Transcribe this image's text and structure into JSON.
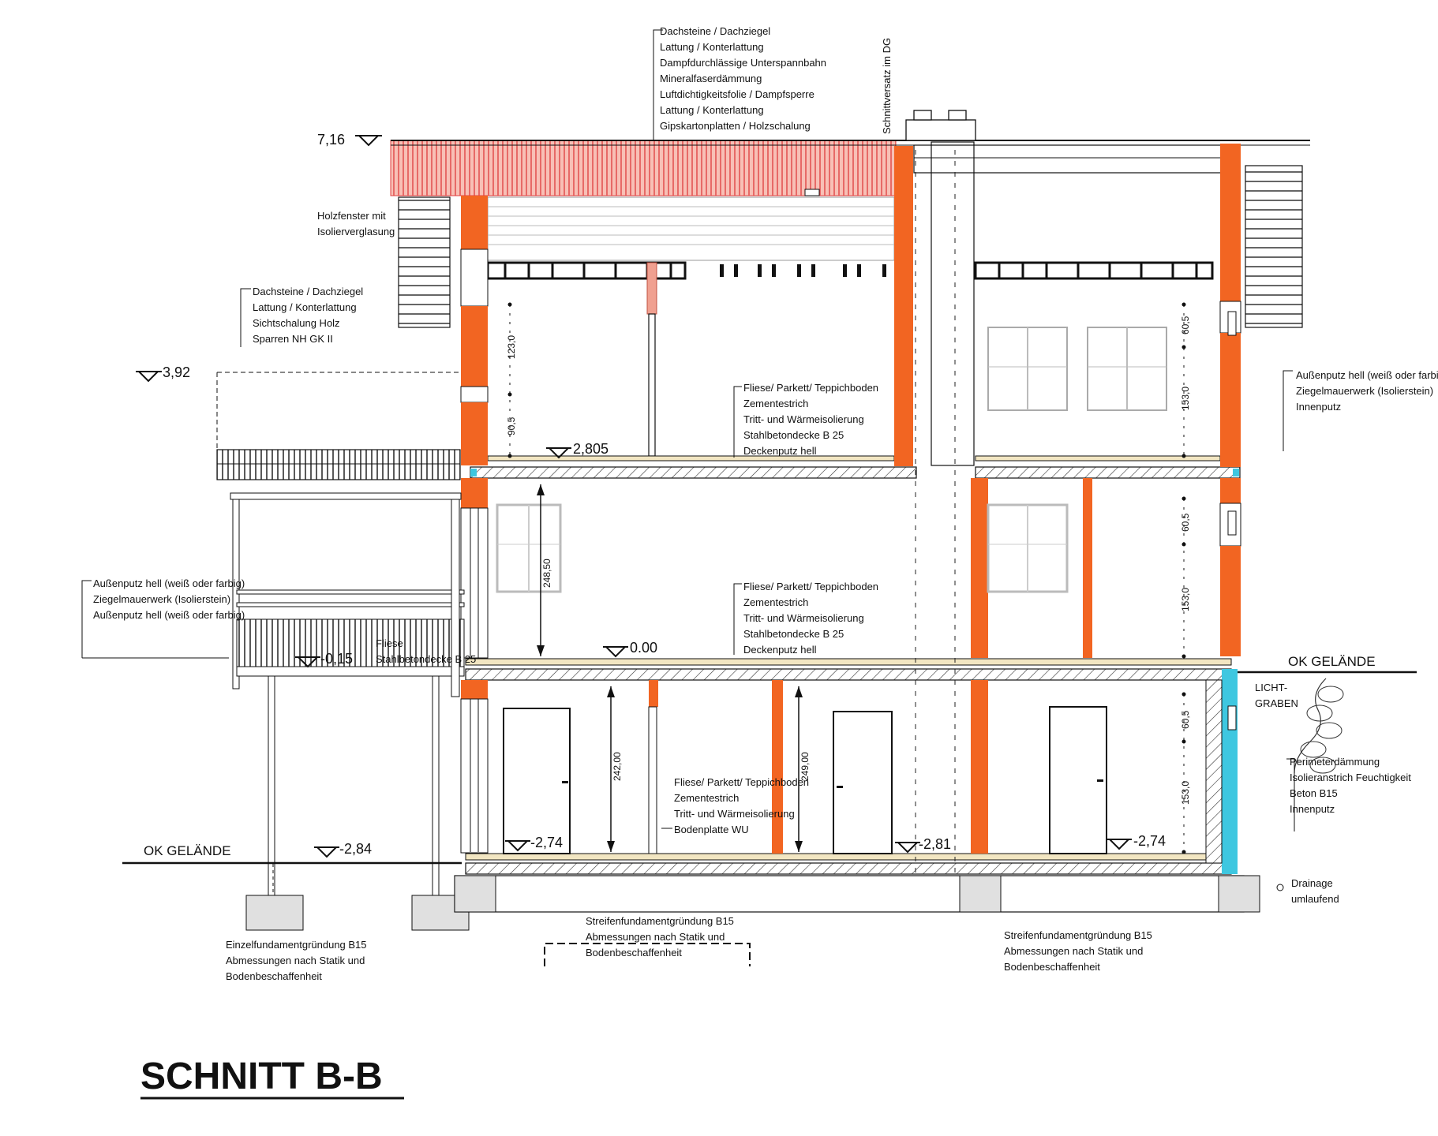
{
  "title": "SCHNITT B-B",
  "colors": {
    "wall": "#f26522",
    "wall_dark": "#e05510",
    "roof_hatch": "#f3aaa0",
    "roof_line": "#e04040",
    "blue": "#3ec7e0",
    "slab_fill": "#f2e6c2",
    "foundation": "#e0e0e0",
    "line": "#111111"
  },
  "levels": {
    "roof_top": "7,16",
    "balcony_roof": "3,92",
    "upper_floor": "2,805",
    "ground_floor": "0.00",
    "terrace": "-0,15",
    "exterior_grade": "-2,84",
    "basement_a": "-2,74",
    "basement_b": "-2,81",
    "basement_c": "-2,74"
  },
  "ground_labels": {
    "left": "OK GELÄNDE",
    "right": "OK GELÄNDE"
  },
  "section_label": "Schnittversatz im DG",
  "notes": {
    "roof": [
      "Dachsteine / Dachziegel",
      "Lattung / Konterlattung",
      "Dampfdurchlässige Unterspannbahn",
      "Mineralfaserdämmung",
      "Luftdichtigkeitsfolie / Dampfsperre",
      "Lattung / Konterlattung",
      "Gipskartonplatten / Holzschalung"
    ],
    "window": [
      "Holzfenster mit",
      "Isolierverglasung"
    ],
    "balcony_roof": [
      "Dachsteine / Dachziegel",
      "Lattung / Konterlattung",
      "Sichtschalung Holz",
      "Sparren NH GK II"
    ],
    "exterior_wall_right": [
      "Außenputz hell (weiß oder farbig)",
      "Ziegelmauerwerk (Isolierstein)",
      "Innenputz"
    ],
    "ceiling_upper": [
      "Fliese/ Parkett/ Teppichboden",
      "Zementestrich",
      "Tritt- und Wärmeisolierung",
      "Stahlbetondecke B 25",
      "Deckenputz hell"
    ],
    "ceiling_ground": [
      "Fliese/ Parkett/ Teppichboden",
      "Zementestrich",
      "Tritt- und Wärmeisolierung",
      "Stahlbetondecke B 25",
      "Deckenputz hell"
    ],
    "exterior_wall_left": [
      "Außenputz hell (weiß oder farbig)",
      "Ziegelmauerwerk (Isolierstein)",
      "Außenputz hell (weiß oder farbig)"
    ],
    "terrace_slab": [
      "Fliese",
      "Stahlbetondecke B 25"
    ],
    "basement_floor": [
      "Fliese/ Parkett/ Teppichboden",
      "Zementestrich",
      "Tritt- und Wärmeisolierung",
      "Bodenplatte WU"
    ],
    "lightwell": [
      "LICHT-",
      "GRABEN"
    ],
    "basement_wall": [
      "Perimeterdämmung",
      "Isolieranstrich Feuchtigkeit",
      "Beton B15",
      "Innenputz"
    ],
    "drainage": [
      "Drainage",
      "umlaufend"
    ],
    "foundation_single": [
      "Einzelfundamentgründung B15",
      "Abmessungen nach Statik und",
      "Bodenbeschaffenheit"
    ],
    "foundation_strip_mid": [
      "Streifenfundamentgründung B15",
      "Abmessungen nach Statik und",
      "Bodenbeschaffenheit"
    ],
    "foundation_strip_right": [
      "Streifenfundamentgründung B15",
      "Abmessungen nach Statik und",
      "Bodenbeschaffenheit"
    ]
  },
  "dimensions": {
    "upper_parapet": "90,5",
    "upper_window": "123,0",
    "upper_right_top": "60,5",
    "upper_right_window": "153,0",
    "ground_height": "248,50",
    "ground_right_top": "60,5",
    "ground_right_window": "153,0",
    "basement_height_a": "242,00",
    "basement_height_b": "249,00",
    "basement_right_top": "60,5",
    "basement_right_window": "153,0"
  }
}
